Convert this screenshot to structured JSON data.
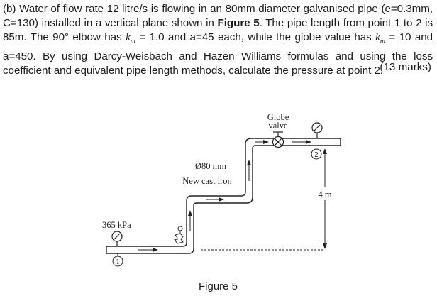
{
  "question": {
    "part": "(b)",
    "text_1": "Water of flow rate 12 litre/s is flowing in an 80mm diameter galvanised pipe (e=0.3mm, C=130) installed in a vertical plane shown in",
    "figure_ref": "Figure 5",
    "text_2": ". The pipe length from point 1 to 2 is 85m. The 90° elbow has",
    "km_symbol": "k",
    "km_sub": "m",
    "text_3": "= 1.0 and a=45 each, while the globe value has",
    "text_4": "= 10 and a=450. By using Darcy-Weisbach and Hazen Williams formulas and using the loss coefficient and equivalent pipe length methods, calculate the pressure at point 2."
  },
  "marks": "(13 marks)",
  "figure": {
    "globe_valve_label_line1": "Globe",
    "globe_valve_label_line2": "valve",
    "pipe_label_line1": "Ø80 mm",
    "pipe_label_line2": "New cast iron",
    "pressure_label": "365 kPa",
    "height_label": "4 m",
    "point_1": "1",
    "point_2": "2",
    "caption": "Figure 5"
  }
}
